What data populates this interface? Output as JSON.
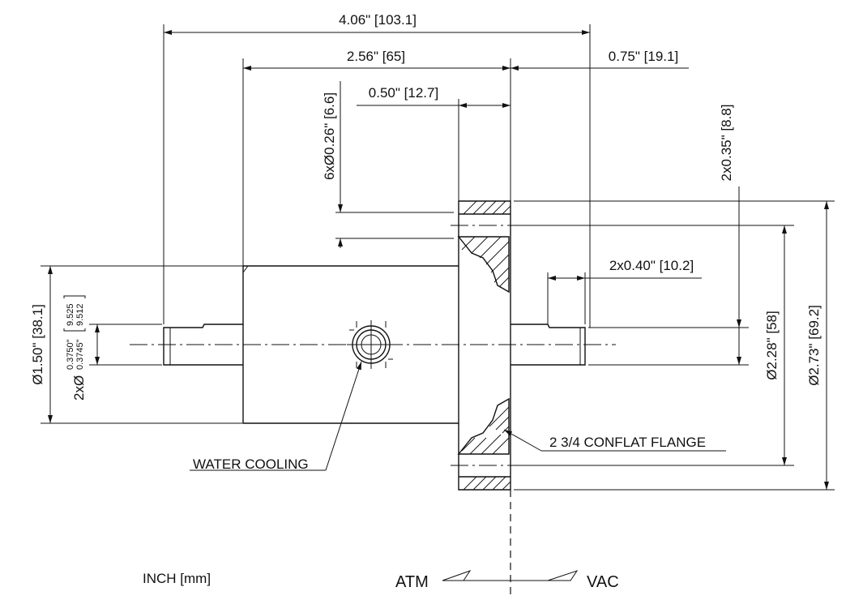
{
  "dimensions": {
    "overall_length": "4.06\" [103.1]",
    "body_length": "2.56\" [65]",
    "vacuum_side_length": "0.75\" [19.1]",
    "flange_thickness": "0.50\" [12.7]",
    "bolt_holes": "6xØ0.26\" [6.6]",
    "pin_offset_vac": "2x0.35\" [8.8]",
    "pin_length_vac": "2x0.40\" [10.2]",
    "body_diameter": "Ø1.50\" [38.1]",
    "pin_diameter_prefix": "2xØ",
    "pin_diameter_tol_upper": "0.3750\"",
    "pin_diameter_tol_lower": "0.3745\"",
    "pin_diameter_mm_upper": "9.525",
    "pin_diameter_mm_lower": "9.512",
    "bolt_circle": "Ø2.28\" [58]",
    "flange_od": "Ø2.73\" [69.2]"
  },
  "labels": {
    "water_cooling": "WATER COOLING",
    "conflat_flange": "2 3/4 CONFLAT FLANGE",
    "units": "INCH [mm]",
    "atm": "ATM",
    "vac": "VAC"
  }
}
